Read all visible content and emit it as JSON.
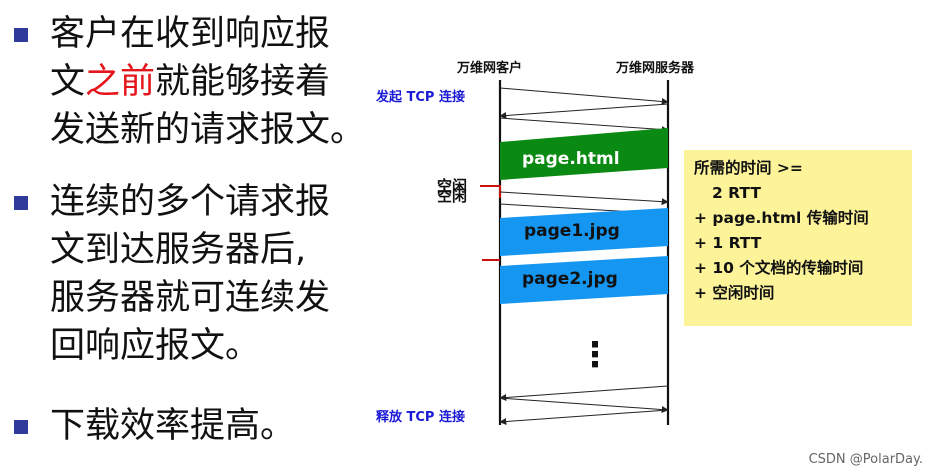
{
  "bullets": [
    {
      "lines": [
        [
          "客户在收到响应报"
        ],
        [
          "文",
          {
            "red": "之前"
          },
          "就能够接着"
        ],
        [
          "发送新的请求报文。"
        ]
      ]
    },
    {
      "lines": [
        [
          "连续的多个请求报"
        ],
        [
          "文到达服务器后,"
        ],
        [
          "服务器就可连续发"
        ],
        [
          "回响应报文。"
        ]
      ]
    },
    {
      "lines": [
        [
          "下载效率提高。"
        ]
      ]
    }
  ],
  "diagram": {
    "client_label": "万维网客户",
    "server_label": "万维网服务器",
    "connect_label": "发起 TCP 连接",
    "release_label": "释放 TCP 连接",
    "idle_label": "空闲",
    "boxes": [
      {
        "text": "page.html",
        "color": "#0b8a13",
        "text_color": "#ffffff"
      },
      {
        "text": "page1.jpg",
        "color": "#1596f0",
        "text_color": "#111111"
      },
      {
        "text": "page2.jpg",
        "color": "#1596f0",
        "text_color": "#111111"
      }
    ],
    "ellipsis": "⋮"
  },
  "rtt_box": {
    "lines": [
      "所需的时间 >=",
      "2 RTT",
      "+ page.html 传输时间",
      "+ 1 RTT",
      "+ 10 个文档的传输时间",
      "+ 空闲时间"
    ]
  },
  "watermark": "CSDN @PolarDay."
}
